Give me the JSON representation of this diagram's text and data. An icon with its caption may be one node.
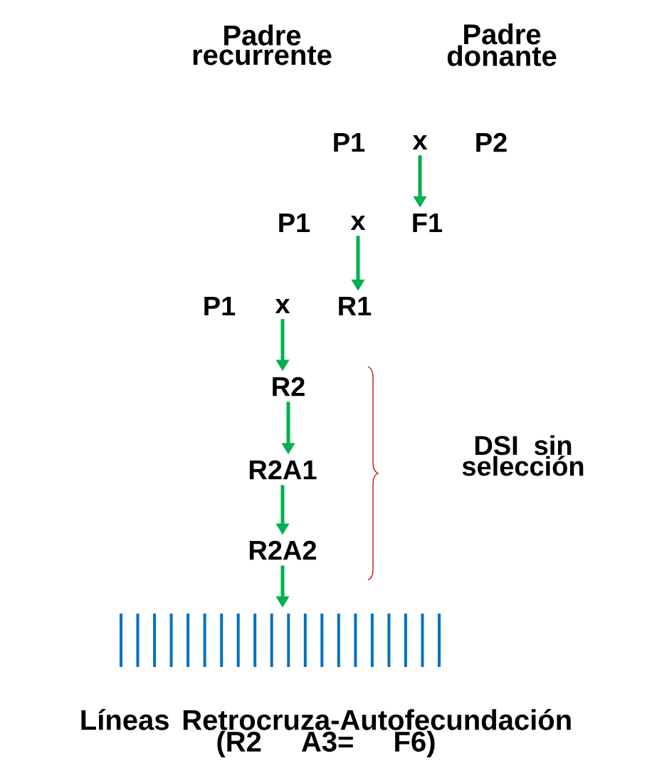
{
  "diagram": {
    "nodes": [
      {
        "text": [
          "P1"
        ]
      },
      {
        "text": [
          "x"
        ]
      },
      {
        "text": [
          "P2"
        ]
      },
      {
        "text": [
          "P1"
        ]
      },
      {
        "text": [
          "x"
        ]
      },
      {
        "text": [
          "F1"
        ]
      },
      {
        "text": [
          "P1"
        ]
      },
      {
        "text": [
          "x"
        ]
      },
      {
        "text": [
          "R1"
        ]
      },
      {
        "text": [
          "R2"
        ]
      },
      {
        "text": [
          "R2A1"
        ]
      },
      {
        "text": [
          "R2A2"
        ]
      },
      {
        "text": [],
        "shape": "bar"
      }
    ],
    "edges": [
      {
        "from": 1,
        "to": 5,
        "arrow": "to"
      },
      {
        "from": 4,
        "to": 8,
        "arrow": "to"
      },
      {
        "from": 7,
        "to": 9,
        "arrow": "to"
      },
      {
        "from": 9,
        "to": 10,
        "arrow": "to"
      },
      {
        "from": 10,
        "to": 11,
        "arrow": "to"
      },
      {
        "from": 11,
        "to": 12,
        "arrow": "to"
      }
    ],
    "labels": [
      "Padre recurrente",
      "Padre donante",
      "DSI sin selección",
      "Líneas Retrocruza-Autofecundación (R2 A3= F6)"
    ]
  }
}
